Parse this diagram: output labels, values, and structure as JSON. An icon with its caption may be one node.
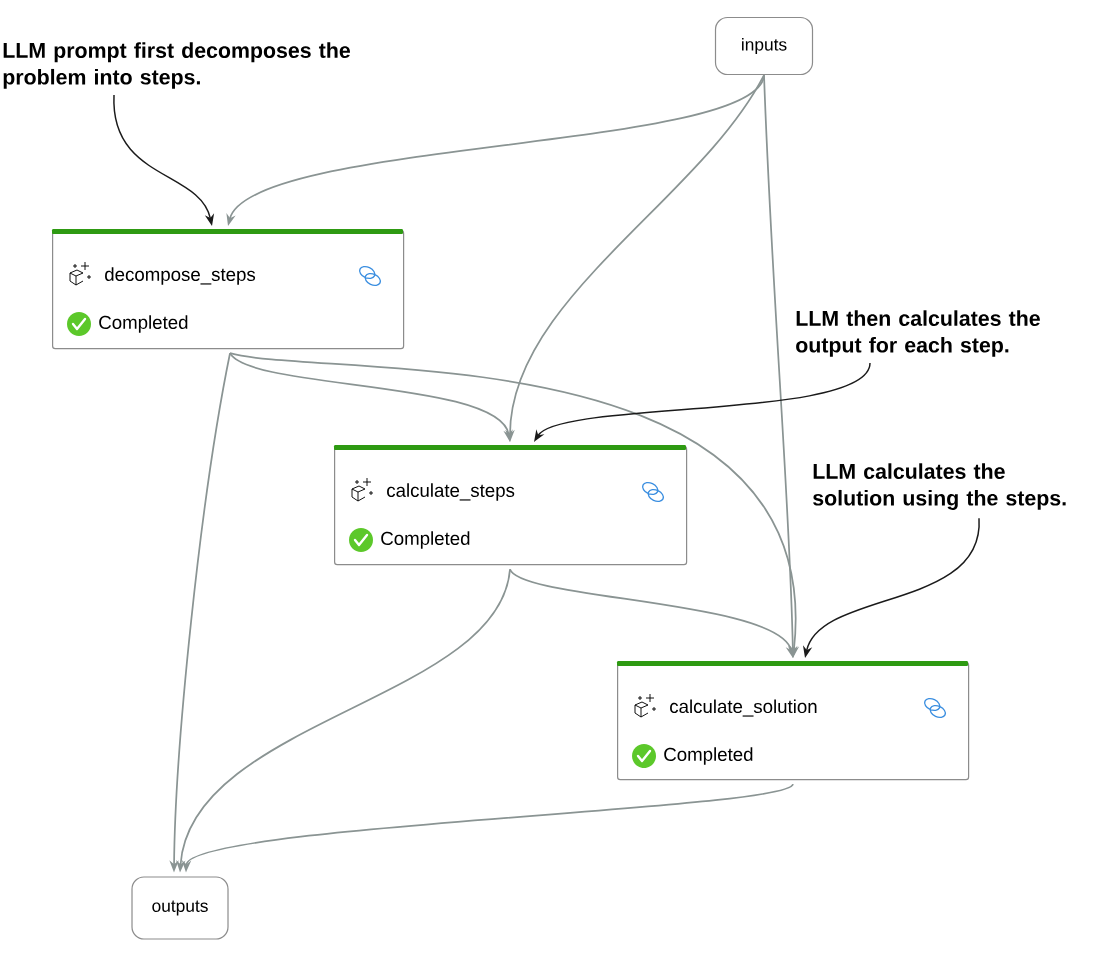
{
  "diagram": {
    "nodes": [
      {
        "text": [
          "inputs"
        ]
      },
      {
        "text": [
          "decompose_steps",
          "Completed"
        ]
      },
      {
        "text": [
          "calculate_steps",
          "Completed"
        ]
      },
      {
        "text": [
          "calculate_solution",
          "Completed"
        ]
      },
      {
        "text": [
          "outputs"
        ]
      },
      {
        "text": [
          "LLM prompt first decomposes the problem into steps."
        ]
      },
      {
        "text": [
          "LLM then calculates the output for each step."
        ]
      },
      {
        "text": [
          "LLM calculates the solution using the steps."
        ]
      }
    ],
    "edges": [
      {
        "from": 0,
        "to": 1,
        "arrow": "to"
      },
      {
        "from": 0,
        "to": 2,
        "arrow": "to"
      },
      {
        "from": 0,
        "to": 3,
        "arrow": "to"
      },
      {
        "from": 1,
        "to": 2,
        "arrow": "to"
      },
      {
        "from": 1,
        "to": 3,
        "arrow": "to"
      },
      {
        "from": 1,
        "to": 4,
        "arrow": "to"
      },
      {
        "from": 2,
        "to": 3,
        "arrow": "to"
      },
      {
        "from": 2,
        "to": 4,
        "arrow": "to"
      },
      {
        "from": 3,
        "to": 4,
        "arrow": "to"
      },
      {
        "from": 5,
        "to": 1,
        "arrow": "to",
        "color": "#1a1a1a"
      },
      {
        "from": 6,
        "to": 2,
        "arrow": "to",
        "color": "#1a1a1a"
      },
      {
        "from": 7,
        "to": 3,
        "arrow": "to",
        "color": "#1a1a1a"
      }
    ]
  }
}
